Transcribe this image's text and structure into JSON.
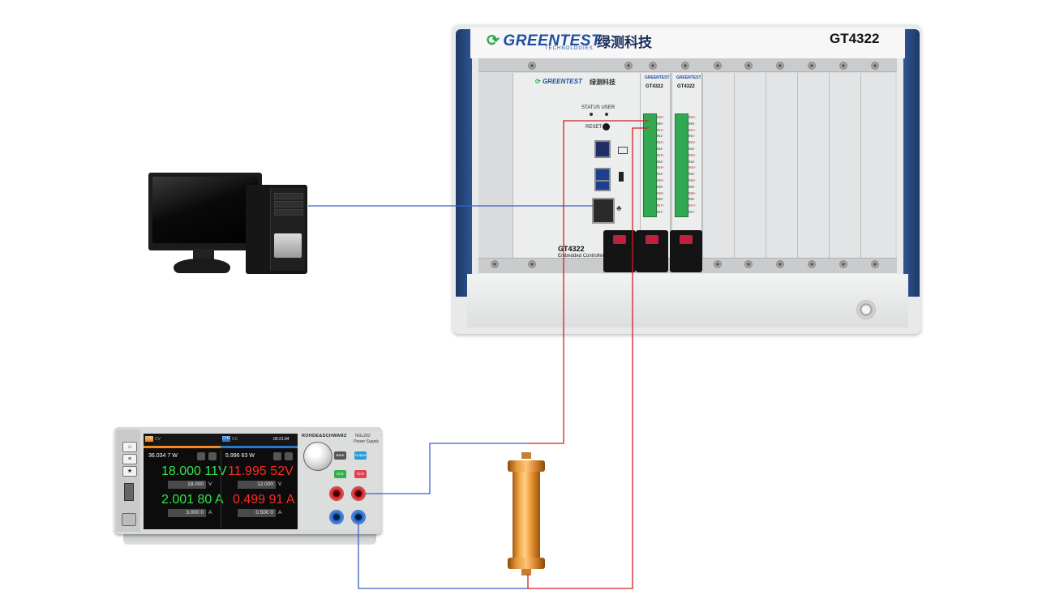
{
  "chassis": {
    "brand": "GREENTEST",
    "brand_sub": "TECHNOLOGIES",
    "brand_cn": "绿测科技",
    "model": "GT4322",
    "accent_blue": "#2f5592"
  },
  "controller": {
    "brand": "GREENTEST",
    "brand_cn": "绿测科技",
    "status_label": "STATUS  USER",
    "reset_label": "RESET",
    "model": "GT4322",
    "subtitle": "Embedded Controller"
  },
  "io_cards": [
    {
      "model": "GT4322",
      "pins": [
        "IN0+",
        "IN0-",
        "IN1+",
        "IN1-",
        "IN2+",
        "IN2-",
        "IN3+",
        "IN3-",
        "IN4+",
        "IN4-",
        "IN5+",
        "IN5-",
        "IN6+",
        "IN6-",
        "IN7+",
        "IN7-"
      ]
    },
    {
      "model": "GT4322",
      "pins": [
        "IN0+",
        "IN0-",
        "IN1+",
        "IN1-",
        "IN2+",
        "IN2-",
        "IN3+",
        "IN3-",
        "IN4+",
        "IN4-",
        "IN5+",
        "IN5-",
        "IN6+",
        "IN6-",
        "IN7+",
        "IN7-"
      ]
    }
  ],
  "power_supply": {
    "brand": "ROHDE&SCHWARZ",
    "model": "NGL202",
    "subtitle": "Power Supply",
    "clock": "00:21:34",
    "channels": [
      {
        "tag": "CH1",
        "mode": "CV",
        "power": "36.034 7 W",
        "voltage": "18.000 11V",
        "voltage_set": "18.000",
        "voltage_unit": "V",
        "current": "2.001 80 A",
        "current_set": "3.000 0",
        "current_unit": "A",
        "color": "#33e44d"
      },
      {
        "tag": "CH2",
        "mode": "CC",
        "power": "5.996 63 W",
        "voltage": "11.995 52V",
        "voltage_set": "12.000",
        "voltage_unit": "V",
        "current": "0.499 91 A",
        "current_set": "0.500 0",
        "current_unit": "A",
        "color": "#ff2a22"
      }
    ],
    "buttons": {
      "back": "Back",
      "output": "Output",
      "ch1": "CH1",
      "ch2": "CH2"
    }
  },
  "wires": {
    "red_color": "#d32020",
    "blue_color": "#3a62c4"
  }
}
